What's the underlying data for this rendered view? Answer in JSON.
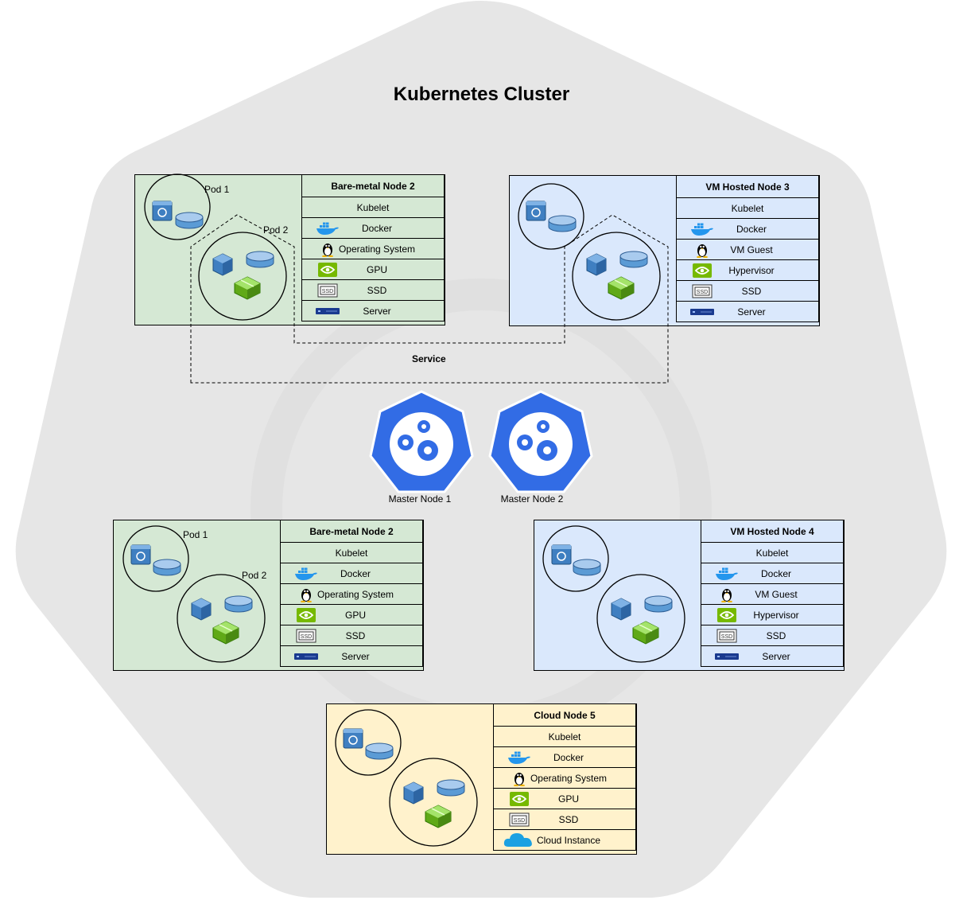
{
  "title": "Kubernetes Cluster",
  "service_label": "Service",
  "masters": [
    {
      "label": "Master Node 1"
    },
    {
      "label": "Master Node 2"
    }
  ],
  "nodes": [
    {
      "title": "Bare-metal Node 2",
      "rows": [
        {
          "label": "Kubelet",
          "icon": ""
        },
        {
          "label": "Docker",
          "icon": "docker-icon"
        },
        {
          "label": "Operating System",
          "icon": "linux-tux-icon"
        },
        {
          "label": "GPU",
          "icon": "nvidia-gpu-icon"
        },
        {
          "label": "SSD",
          "icon": "ssd-icon"
        },
        {
          "label": "Server",
          "icon": "server-icon"
        }
      ],
      "pods": [
        {
          "label": "Pod 1"
        },
        {
          "label": "Pod 2"
        }
      ]
    },
    {
      "title": "VM Hosted Node 3",
      "rows": [
        {
          "label": "Kubelet",
          "icon": ""
        },
        {
          "label": "Docker",
          "icon": "docker-icon"
        },
        {
          "label": "VM Guest",
          "icon": "linux-tux-icon"
        },
        {
          "label": "Hypervisor",
          "icon": "nvidia-gpu-icon"
        },
        {
          "label": "SSD",
          "icon": "ssd-icon"
        },
        {
          "label": "Server",
          "icon": "server-icon"
        }
      ],
      "pods": []
    },
    {
      "title": "Bare-metal Node 2",
      "rows": [
        {
          "label": "Kubelet",
          "icon": ""
        },
        {
          "label": "Docker",
          "icon": "docker-icon"
        },
        {
          "label": "Operating System",
          "icon": "linux-tux-icon"
        },
        {
          "label": "GPU",
          "icon": "nvidia-gpu-icon"
        },
        {
          "label": "SSD",
          "icon": "ssd-icon"
        },
        {
          "label": "Server",
          "icon": "server-icon"
        }
      ],
      "pods": [
        {
          "label": "Pod 1"
        },
        {
          "label": "Pod 2"
        }
      ]
    },
    {
      "title": "VM Hosted Node 4",
      "rows": [
        {
          "label": "Kubelet",
          "icon": ""
        },
        {
          "label": "Docker",
          "icon": "docker-icon"
        },
        {
          "label": "VM Guest",
          "icon": "linux-tux-icon"
        },
        {
          "label": "Hypervisor",
          "icon": "nvidia-gpu-icon"
        },
        {
          "label": "SSD",
          "icon": "ssd-icon"
        },
        {
          "label": "Server",
          "icon": "server-icon"
        }
      ],
      "pods": []
    },
    {
      "title": "Cloud Node 5",
      "rows": [
        {
          "label": "Kubelet",
          "icon": ""
        },
        {
          "label": "Docker",
          "icon": "docker-icon"
        },
        {
          "label": "Operating System",
          "icon": "linux-tux-icon"
        },
        {
          "label": "GPU",
          "icon": "nvidia-gpu-icon"
        },
        {
          "label": "SSD",
          "icon": "ssd-icon"
        },
        {
          "label": "Cloud Instance",
          "icon": "cloud-icon"
        }
      ],
      "pods": []
    }
  ],
  "colors": {
    "cluster_bg": "#e6e6e6",
    "bare_metal_fill": "#d5e8d4",
    "vm_fill": "#dae8fc",
    "cloud_fill": "#fff2cc",
    "k8s_blue": "#326ce5"
  }
}
